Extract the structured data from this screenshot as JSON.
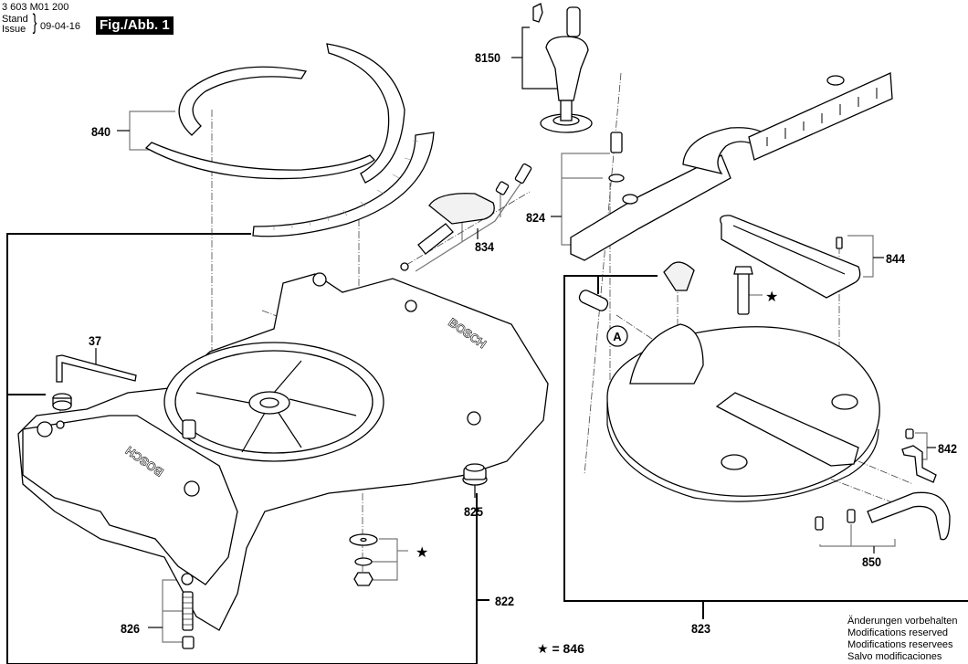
{
  "header": {
    "document_number": "3 603 M01 200",
    "stand_label": "Stand",
    "issue_label": "Issue",
    "date": "09-04-16",
    "figure_label": "Fig./Abb. 1"
  },
  "callouts": {
    "p8150": "8150",
    "p840": "840",
    "p824": "824",
    "p834": "834",
    "p844": "844",
    "p37": "37",
    "p842": "842",
    "p825": "825",
    "p822": "822",
    "p850": "850",
    "p826": "826",
    "p823": "823",
    "detail_a": "A"
  },
  "legend": {
    "star_symbol": "★",
    "star_text": "= 846"
  },
  "footer": {
    "lines": [
      "Änderungen vorbehalten",
      "Modifications reserved",
      "Modifications reservees",
      "Salvo modificaciones"
    ]
  },
  "branding": {
    "text": "BOSCH"
  }
}
